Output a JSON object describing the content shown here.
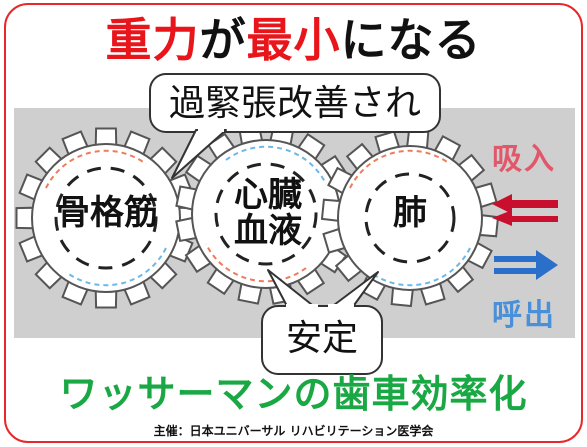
{
  "title": {
    "segments": [
      {
        "text": "重力",
        "color": "#e8151b"
      },
      {
        "text": "が",
        "color": "#111111"
      },
      {
        "text": "最小",
        "color": "#e8151b"
      },
      {
        "text": "になる",
        "color": "#111111"
      }
    ]
  },
  "gears": [
    {
      "label": "骨格筋"
    },
    {
      "label_line1": "心臓",
      "label_line2": "血液"
    },
    {
      "label": "肺"
    }
  ],
  "bubbles": {
    "top": "過緊張改善され",
    "bottom": "安定"
  },
  "side": {
    "inhale": "吸入",
    "exhale": "呼出",
    "inhale_color": "#c8102e",
    "exhale_color": "#2a6fc9"
  },
  "subtitle": "ワッサーマンの歯車効率化",
  "organizer": "主催：日本ユニバーサル リハビリテーション医学会",
  "colors": {
    "frame": "#e8282a",
    "panel": "#cfcfcf",
    "subtitle": "#1aa845"
  }
}
